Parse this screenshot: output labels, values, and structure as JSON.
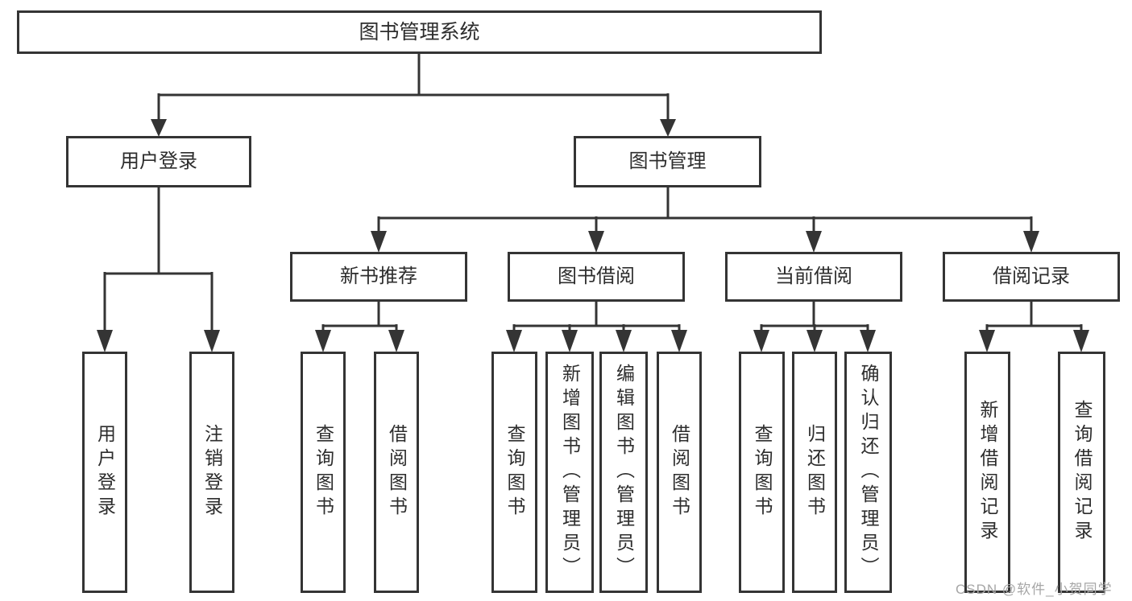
{
  "tree": {
    "label": "图书管理系统",
    "children": [
      {
        "label": "用户登录",
        "children": [
          {
            "label": "用户登录"
          },
          {
            "label": "注销登录"
          }
        ]
      },
      {
        "label": "图书管理",
        "children": [
          {
            "label": "新书推荐",
            "children": [
              {
                "label": "查询图书"
              },
              {
                "label": "借阅图书"
              }
            ]
          },
          {
            "label": "图书借阅",
            "children": [
              {
                "label": "查询图书"
              },
              {
                "label": "新增图书（管理员）"
              },
              {
                "label": "编辑图书（管理员）"
              },
              {
                "label": "借阅图书"
              }
            ]
          },
          {
            "label": "当前借阅",
            "children": [
              {
                "label": "查询图书"
              },
              {
                "label": "归还图书"
              },
              {
                "label": "确认归还（管理员）"
              }
            ]
          },
          {
            "label": "借阅记录",
            "children": [
              {
                "label": "新增借阅记录"
              },
              {
                "label": "查询借阅记录"
              }
            ]
          }
        ]
      }
    ]
  },
  "watermark": {
    "text": "CSDN @软件_小贺同学"
  },
  "colors": {
    "line": "#343434",
    "text": "#2d2d2d",
    "background": "#ffffff",
    "watermark": "#a6a6a6"
  }
}
